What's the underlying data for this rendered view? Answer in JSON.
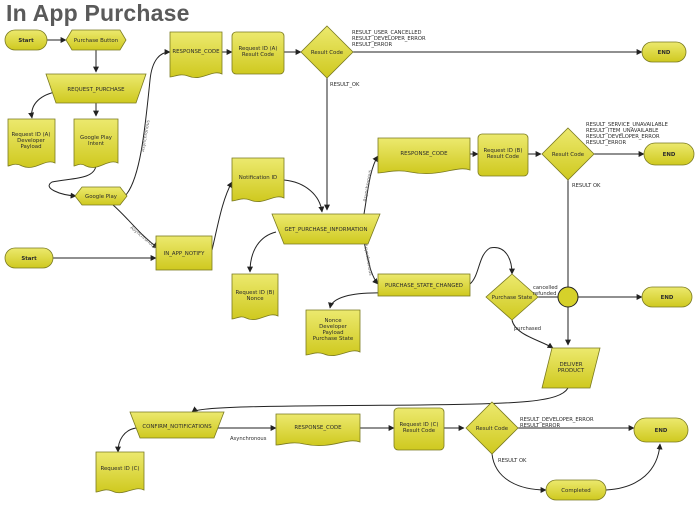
{
  "title": "In App Purchase",
  "colors": {
    "fill": "#d6d12a",
    "fill_light": "#e8e56a",
    "stroke": "#6b6b1a",
    "edge": "#222222"
  },
  "nodes": {
    "start1": "Start",
    "purchase_button": "Purchase Button",
    "request_purchase": "REQUEST_PURCHASE",
    "req_a_dev_l1": "Request ID (A)",
    "req_a_dev_l2": "Developer",
    "req_a_dev_l3": "Payload",
    "gplay_intent_l1": "Google Play",
    "gplay_intent_l2": "Intent",
    "google_play": "Google Play",
    "start2": "Start",
    "in_app_notify": "IN_APP_NOTIFY",
    "response_code_1": "RESPONSE_CODE",
    "req_a_rc_l1": "Request ID (A)",
    "req_a_rc_l2": "Result Code",
    "result_code_1": "Result Code",
    "end1": "END",
    "notification_id": "Notification ID",
    "get_purchase_info": "GET_PURCHASE_INFORMATION",
    "req_b_nonce_l1": "Request ID (B)",
    "req_b_nonce_l2": "Nonce",
    "response_code_2": "RESPONSE_CODE",
    "req_b_rc_l1": "Request ID (B)",
    "req_b_rc_l2": "Result Code",
    "result_code_2": "Result Code",
    "end2": "END",
    "purchase_state_changed": "PURCHASE_STATE_CHANGED",
    "nonce_l1": "Nonce",
    "nonce_l2": "Developer",
    "nonce_l3": "Payload",
    "nonce_l4": "Purchase State",
    "purchase_state": "Purchase State",
    "end3": "END",
    "deliver_l1": "DELIVER",
    "deliver_l2": "PRODUCT",
    "confirm_notifications": "CONFIRM_NOTIFICATIONS",
    "req_c": "Request ID (C)",
    "response_code_3": "RESPONSE_CODE",
    "req_c_rc_l1": "Request ID (C)",
    "req_c_rc_l2": "Result Code",
    "result_code_3": "Result Code",
    "end4": "END",
    "completed": "Completed"
  },
  "edge_labels": {
    "rc1_errors": [
      "RESULT_USER_CANCELLED",
      "RESULT_DEVELOPER_ERROR",
      "RESULT_ERROR"
    ],
    "rc1_ok": "RESULT_OK",
    "rc2_errors": [
      "RESULT_SERVICE_UNAVAILABLE",
      "RESULT_ITEM_UNAVAILABLE",
      "RESULT_DEVELOPER_ERROR",
      "RESULT_ERROR"
    ],
    "rc2_ok": "RESULT OK",
    "ps_cancelled": [
      "cancelled",
      "refunded"
    ],
    "ps_purchased": "purchased",
    "async_confirm": "Asynchronous",
    "rc3_errors": [
      "RESULT_DEVELOPER_ERROR",
      "RESULT_ERROR"
    ],
    "rc3_ok": "RESULT OK",
    "async_1": "Asynchronous",
    "async_2": "Asynchronous",
    "async_3": "Asynchronous",
    "async_4": "Asynchronous"
  }
}
